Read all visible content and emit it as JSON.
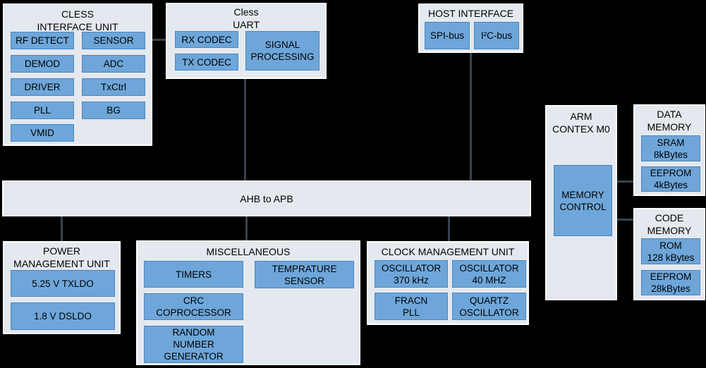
{
  "diagram": {
    "background_color": "#000000",
    "container_fill": "#e4e9ef",
    "container_border": "#ffffff",
    "block_fill": "#6ea6d9",
    "block_border": "#4d86be",
    "connector_color": "#39424d",
    "text_color": "#000000"
  },
  "bus": {
    "label": "AHB to APB"
  },
  "units": {
    "cless": {
      "title": "CLESS\nINTERFACE UNIT",
      "blocks": {
        "rf_detect": "RF DETECT",
        "sensor": "SENSOR",
        "demod": "DEMOD",
        "adc": "ADC",
        "driver": "DRIVER",
        "txctrl": "TxCtrl",
        "pll": "PLL",
        "bg": "BG",
        "vmid": "VMID"
      }
    },
    "uart": {
      "title": "Cless\nUART",
      "blocks": {
        "rx_codec": "RX CODEC",
        "tx_codec": "TX CODEC",
        "signal_processing": "SIGNAL\nPROCESSING"
      }
    },
    "host": {
      "title": "HOST INTERFACE",
      "blocks": {
        "spi_bus": "SPI-bus",
        "i2c_bus": "I²C-bus"
      }
    },
    "arm": {
      "title": "ARM\nCONTEX M0",
      "blocks": {
        "memory_control": "MEMORY\nCONTROL"
      }
    },
    "data_memory": {
      "title": "DATA\nMEMORY",
      "blocks": {
        "sram": "SRAM\n8kBytes",
        "eeprom": "EEPROM\n4kBytes"
      }
    },
    "code_memory": {
      "title": "CODE\nMEMORY",
      "blocks": {
        "rom": "ROM\n128 kBytes",
        "eeprom": "EEPROM\n28kBytes"
      }
    },
    "pmu": {
      "title": "POWER\nMANAGEMENT UNIT",
      "blocks": {
        "txldo": "5.25 V TXLDO",
        "dsldo": "1.8 V DSLDO"
      }
    },
    "misc": {
      "title": "MISCELLANEOUS",
      "blocks": {
        "timers": "TIMERS",
        "temperature_sensor": "TEMPRATURE\nSENSOR",
        "crc": "CRC\nCOPROCESSOR",
        "rng": "RANDOM\nNUMBER\nGENERATOR"
      }
    },
    "cmu": {
      "title": "CLOCK MANAGEMENT UNIT",
      "blocks": {
        "osc_370": "OSCILLATOR\n370 kHz",
        "osc_40": "OSCILLATOR\n40 MHZ",
        "fracn_pll": "FRACN\nPLL",
        "quartz": "QUARTZ\nOSCILLATOR"
      }
    }
  }
}
